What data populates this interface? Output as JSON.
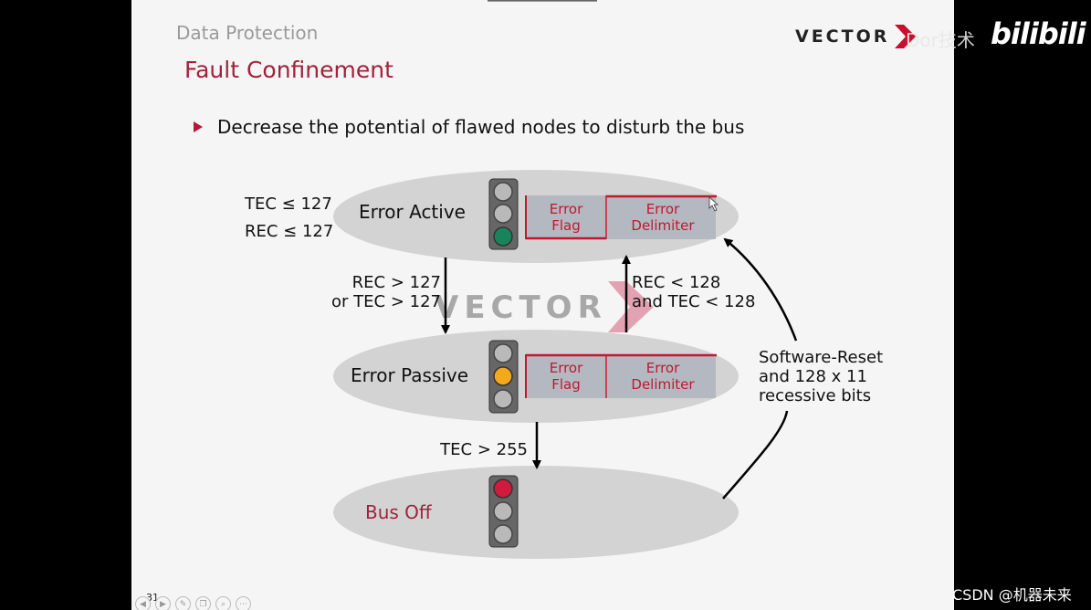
{
  "slide": {
    "section": "Data Protection",
    "title": "Fault Confinement",
    "bullet": "Decrease the potential of flawed nodes to disturb the bus",
    "logo_text": "VECTOR",
    "watermark_text": "VECTOR",
    "page_number": "31"
  },
  "overlay": {
    "partial_text": "Dor技术",
    "bilibili_logo": "bilibili",
    "csdn_credit": "CSDN @机器未来"
  },
  "states": {
    "active": {
      "label": "Error Active",
      "tec": "TEC ≤ 127",
      "rec": "REC ≤ 127"
    },
    "passive": {
      "label": "Error Passive"
    },
    "bus_off": {
      "label": "Bus Off"
    }
  },
  "frames": {
    "flag_line1": "Error",
    "flag_line2": "Flag",
    "delim_line1": "Error",
    "delim_line2": "Delimiter"
  },
  "transitions": {
    "active_to_passive_1": "REC > 127",
    "active_to_passive_2": "or TEC > 127",
    "passive_to_active_1": "REC < 128",
    "passive_to_active_2": "and TEC < 128",
    "passive_to_busoff": "TEC > 255",
    "busoff_to_active_1": "Software-Reset",
    "busoff_to_active_2": "and 128 x 11",
    "busoff_to_active_3": "recessive bits"
  },
  "toolbar": [
    "◀",
    "▶",
    "✎",
    "❐",
    "⌕",
    "⋯"
  ],
  "colors": {
    "accent": "#a3213b",
    "frame_text": "#c0182f",
    "light_green": "#18845c",
    "light_yellow": "#f4a81c",
    "light_red": "#d11a3c",
    "light_off": "#b9b9b9"
  }
}
